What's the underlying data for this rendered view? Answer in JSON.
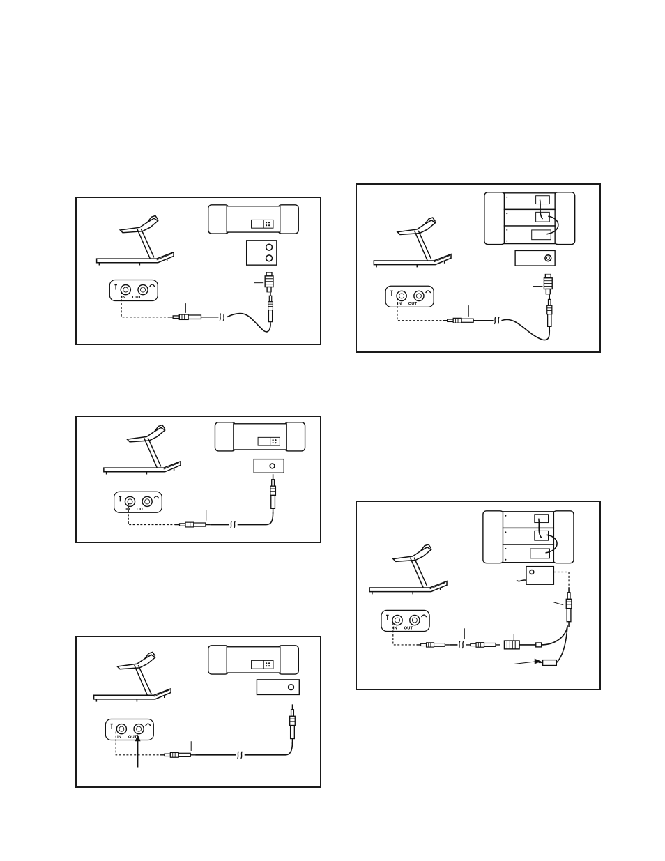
{
  "page": {
    "background": "#ffffff",
    "line_color": "#111111"
  },
  "panel_labels": {
    "in": "IN",
    "out": "OUT"
  },
  "panels": [
    {
      "id": "panel-1",
      "stereo": "boombox",
      "connector": "RCA dual jack + adapter"
    },
    {
      "id": "panel-2",
      "stereo": "boombox",
      "connector": "single jack"
    },
    {
      "id": "panel-3",
      "stereo": "boombox",
      "connector": "single jack, arrow to OUT"
    },
    {
      "id": "panel-4",
      "stereo": "component stereo",
      "connector": "single jack + adapter"
    },
    {
      "id": "panel-5",
      "stereo": "component stereo",
      "connector": "Y-splitter + adapter"
    }
  ]
}
